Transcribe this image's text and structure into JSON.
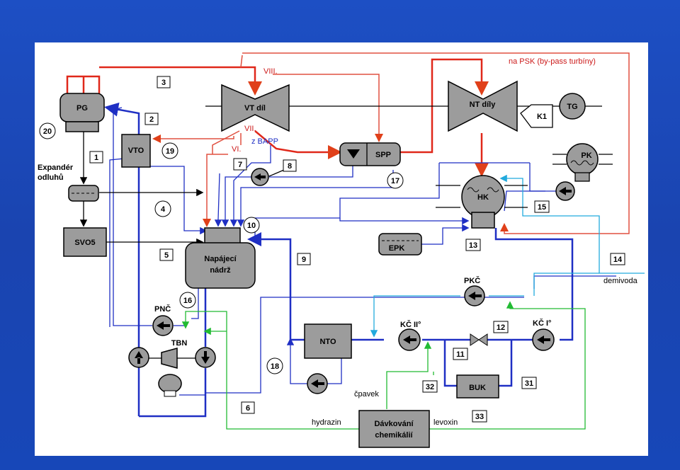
{
  "equipment": {
    "pg": "PG",
    "vt": "VT díl",
    "nt": "NT díly",
    "tg": "TG",
    "vto": "VTO",
    "spp": "SPP",
    "svo5": "SVO5",
    "tank_line1": "Napájecí",
    "tank_line2": "nádrž",
    "hk": "HK",
    "pk": "PK",
    "epk": "EPK",
    "nto": "NTO",
    "buk": "BUK",
    "tbn": "TBN",
    "dosing_line1": "Dávkování",
    "dosing_line2": "chemikálií"
  },
  "labels": {
    "expander_1": "Expandér",
    "expander_2": "odluhů",
    "viii": "VIII.",
    "vii": "VII.",
    "vi": "VI.",
    "z_bapp": "z BAPP",
    "bypass": "na PSK (by-pass turbíny)",
    "pnc": "PNČ",
    "pkc": "PKČ",
    "kc2": "KČ II°",
    "kc1": "KČ I°",
    "demivoda": "demivoda",
    "cpavek": "čpavek",
    "hydrazin": "hydrazin",
    "levoxin": "levoxin"
  },
  "tags": {
    "k1": "K1",
    "t1": "1",
    "t2": "2",
    "t3": "3",
    "t5": "5",
    "t6": "6",
    "t7": "7",
    "t8": "8",
    "t9": "9",
    "t11": "11",
    "t12": "12",
    "t13": "13",
    "t14": "14",
    "t15": "15",
    "t31": "31",
    "t32": "32",
    "t33": "33",
    "c4": "4",
    "c10": "10",
    "c16": "16",
    "c17": "17",
    "c18": "18",
    "c19": "19",
    "c20": "20"
  },
  "colors": {
    "steam": "#e0281a",
    "feedwater": "#1f2fc4",
    "demi_water": "#22aadd",
    "chemicals": "#22bb33",
    "equipment_fill": "#9c9c9c",
    "background": "#1d4fc4"
  }
}
